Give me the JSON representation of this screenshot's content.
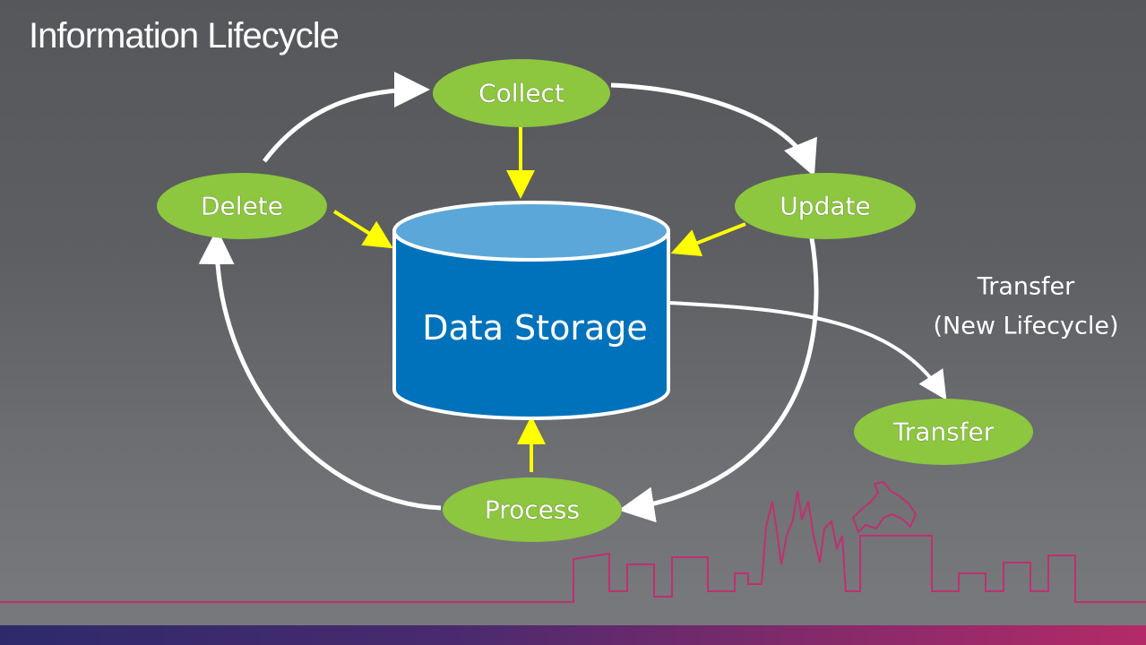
{
  "title": "Information Lifecycle",
  "storage": {
    "label": "Data Storage"
  },
  "nodes": {
    "collect": "Collect",
    "update": "Update",
    "delete": "Delete",
    "process": "Process",
    "transfer": "Transfer"
  },
  "transfer_annotation": {
    "line1": "Transfer",
    "line2": "(New Lifecycle)"
  },
  "colors": {
    "node_fill": "#8dc63f",
    "storage_side": "#0072bc",
    "storage_top": "#5ba7d9",
    "cycle_arrow": "#ffffff",
    "storage_arrow": "#ffff00",
    "skyline": "#c0306f"
  }
}
